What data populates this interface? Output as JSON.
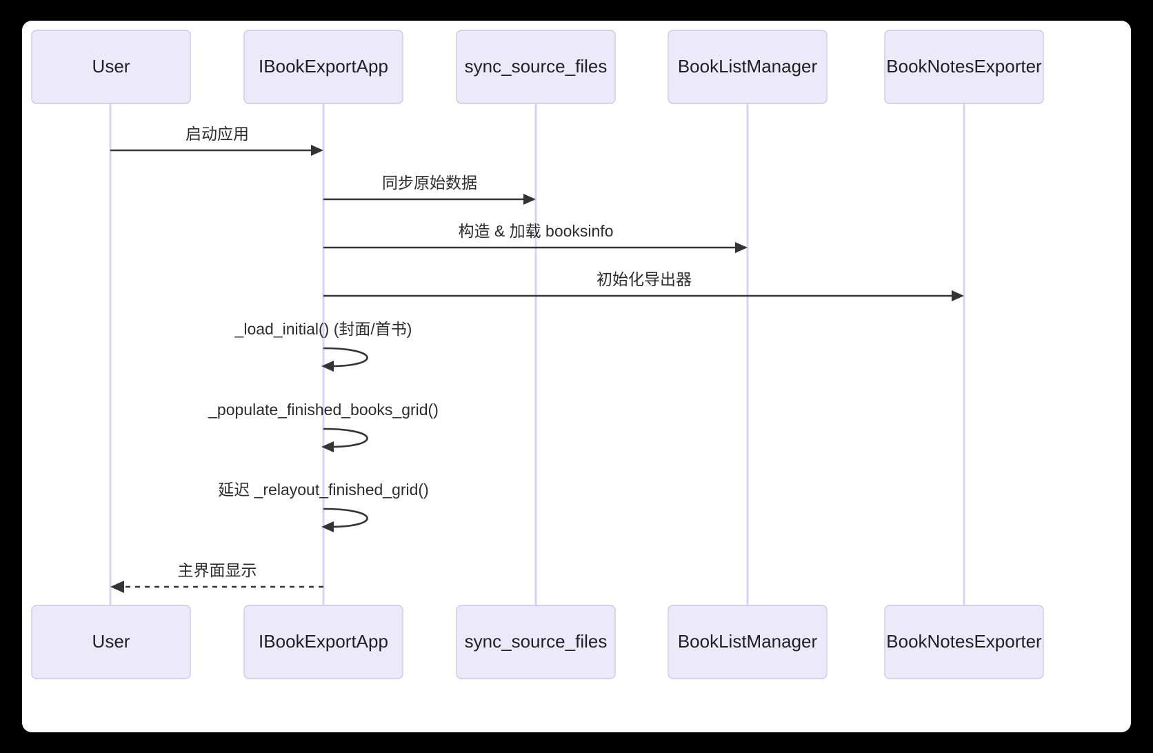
{
  "diagram": {
    "type": "sequence-diagram",
    "title": "",
    "colors": {
      "participant_fill": "#ECEAF9",
      "participant_stroke": "#CCC8E8",
      "lifeline": "#D8D3F0",
      "arrow": "#333338",
      "canvas": "#ffffff",
      "page_background": "#000000"
    },
    "participants": [
      {
        "id": "user",
        "label": "User"
      },
      {
        "id": "app",
        "label": "IBookExportApp"
      },
      {
        "id": "sync",
        "label": "sync_source_files"
      },
      {
        "id": "manager",
        "label": "BookListManager"
      },
      {
        "id": "exporter",
        "label": "BookNotesExporter"
      }
    ],
    "participants_bottom": [
      {
        "id": "user",
        "label": "User"
      },
      {
        "id": "app",
        "label": "IBookExportApp"
      },
      {
        "id": "sync",
        "label": "sync_source_files"
      },
      {
        "id": "manager",
        "label": "BookListManager"
      },
      {
        "id": "exporter",
        "label": "BookNotesExporter"
      }
    ],
    "messages": [
      {
        "index": 1,
        "from": "user",
        "to": "app",
        "label": "启动应用",
        "style": "solid",
        "kind": "call"
      },
      {
        "index": 2,
        "from": "app",
        "to": "sync",
        "label": "同步原始数据",
        "style": "solid",
        "kind": "call"
      },
      {
        "index": 3,
        "from": "app",
        "to": "manager",
        "label": "构造 & 加载 booksinfo",
        "style": "solid",
        "kind": "call"
      },
      {
        "index": 4,
        "from": "app",
        "to": "exporter",
        "label": "初始化导出器",
        "style": "solid",
        "kind": "call"
      },
      {
        "index": 5,
        "from": "app",
        "to": "app",
        "label": "_load_initial() (封面/首书)",
        "style": "solid",
        "kind": "self"
      },
      {
        "index": 6,
        "from": "app",
        "to": "app",
        "label": "_populate_finished_books_grid()",
        "style": "solid",
        "kind": "self"
      },
      {
        "index": 7,
        "from": "app",
        "to": "app",
        "label": "延迟 _relayout_finished_grid()",
        "style": "solid",
        "kind": "self"
      },
      {
        "index": 8,
        "from": "app",
        "to": "user",
        "label": "主界面显示",
        "style": "dashed",
        "kind": "return"
      }
    ]
  }
}
